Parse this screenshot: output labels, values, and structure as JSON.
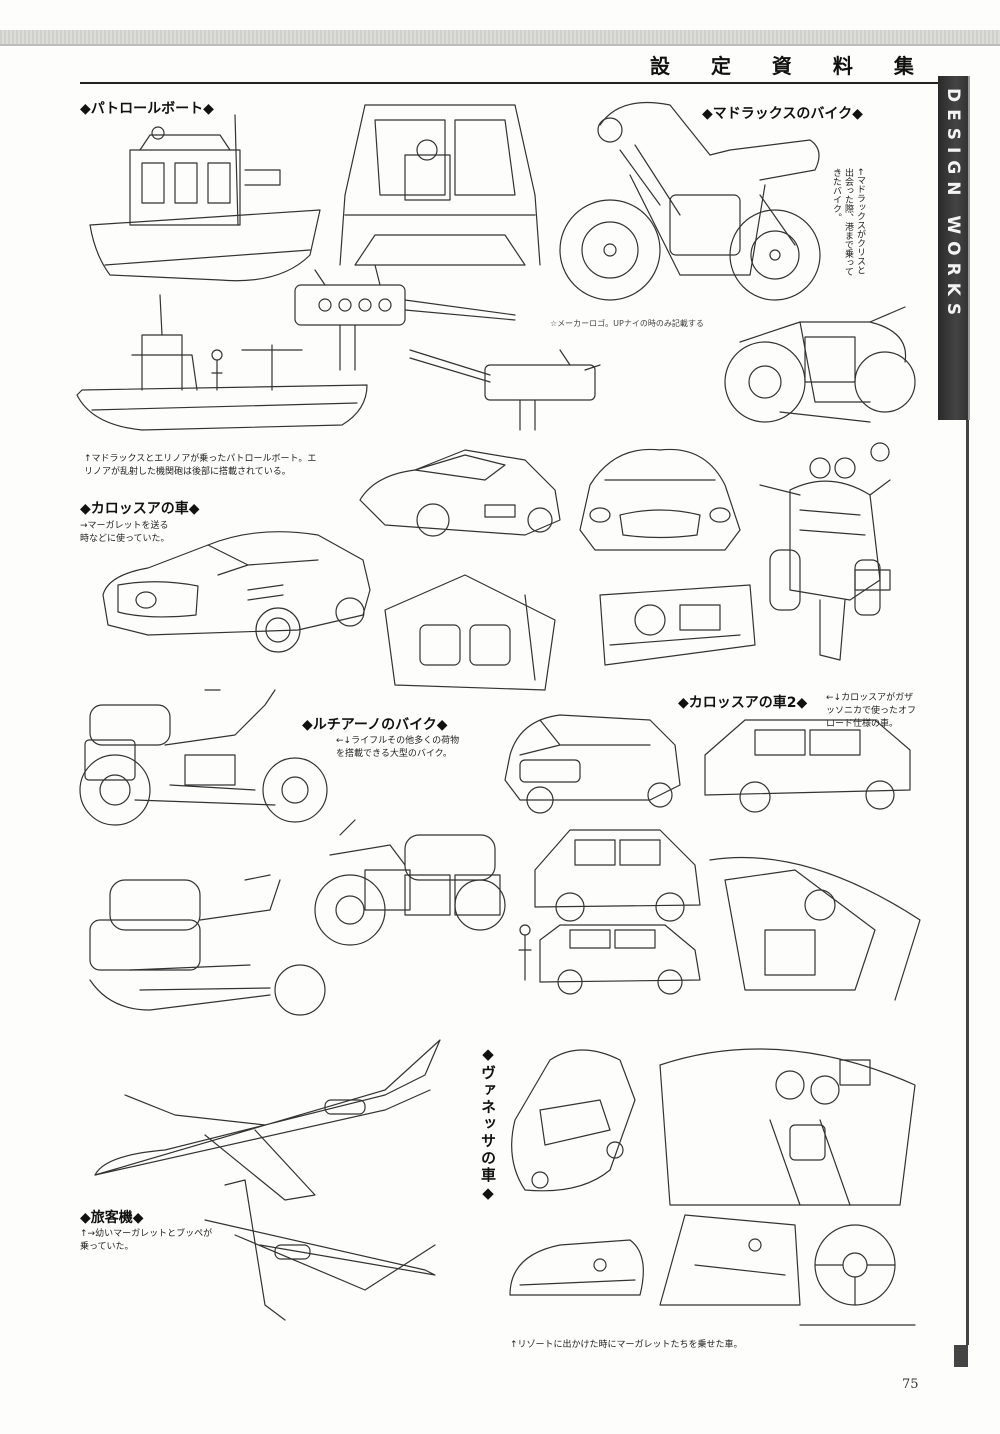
{
  "header": {
    "title": "設 定 資 料 集"
  },
  "side_tab": {
    "text": "DESIGN WORKS"
  },
  "page_number": "75",
  "sections": {
    "patrol_boat": {
      "label": "◆パトロールボート◆",
      "caption": "↑マドラックスとエリノアが乗ったパトロールボート。エ\nリノアが乱射した機関砲は後部に搭載されている。"
    },
    "madlax_bike": {
      "label": "◆マドラックスのバイク◆",
      "caption": "←マドラックスがクリスと\n出会った際、港まで乗って\nきたバイク。",
      "handnote": "☆メーカーロゴ。UPナイの時のみ記載する"
    },
    "carrossa_car": {
      "label": "◆カロッスアの車◆",
      "caption": "→マーガレットを送る\n時などに使っていた。"
    },
    "luciano_bike": {
      "label": "◆ルチアーノのバイク◆",
      "caption": "←↓ライフルその他多くの荷物\nを搭載できる大型のバイク。"
    },
    "carrossa_car2": {
      "label": "◆カロッスアの車2◆",
      "caption": "←↓カロッスアがガザ\nッソニカで使ったオフ\nロード仕様の車。"
    },
    "airliner": {
      "label": "◆旅客機◆",
      "caption": "↑→幼いマーガレットとブッペが\n乗っていた。"
    },
    "vanessa_car": {
      "label": "◆ヴァネッサの車◆",
      "caption": "↑リゾートに出かけた時にマーガレットたちを乗せた車。"
    }
  }
}
